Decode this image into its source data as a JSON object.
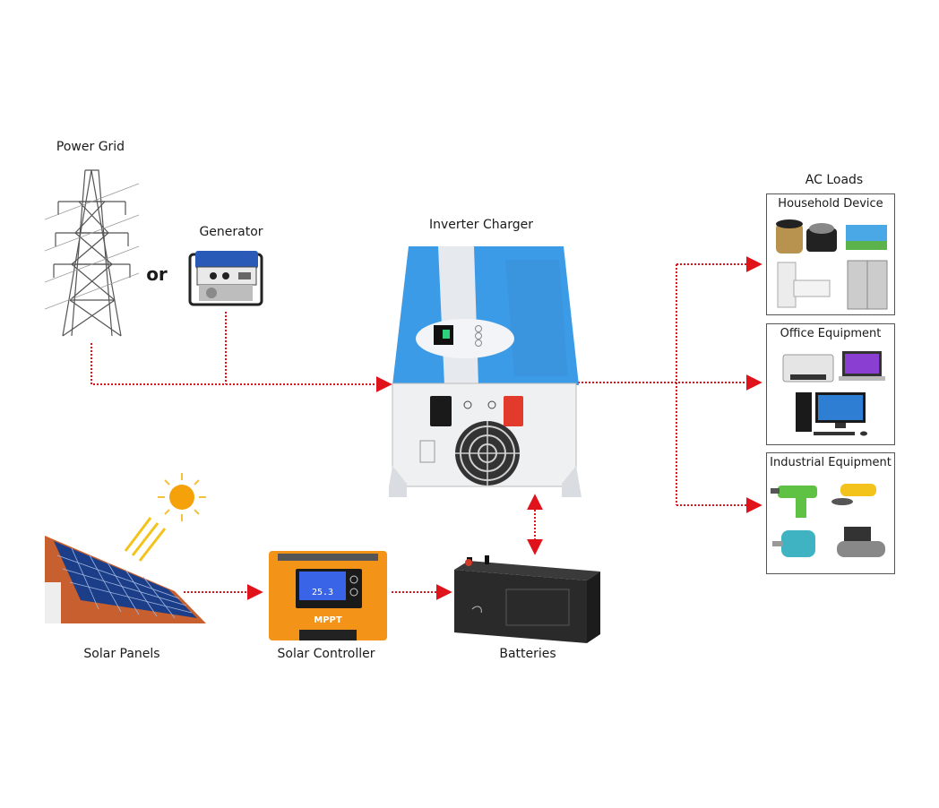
{
  "nodes": {
    "power_grid": {
      "label": "Power Grid"
    },
    "or_separator": {
      "label": "or"
    },
    "generator": {
      "label": "Generator"
    },
    "inverter": {
      "label": "Inverter Charger"
    },
    "solar_panels": {
      "label": "Solar Panels"
    },
    "solar_controller": {
      "label": "Solar Controller",
      "display_value": "25.3",
      "brand_text": "MPPT"
    },
    "batteries": {
      "label": "Batteries"
    }
  },
  "ac_loads": {
    "title": "AC Loads",
    "groups": [
      {
        "label": "Household Device",
        "items": [
          "rice-cooker",
          "induction-cooker",
          "television",
          "air-conditioner",
          "refrigerator"
        ]
      },
      {
        "label": "Office Equipment",
        "items": [
          "fax-machine",
          "laptop",
          "desktop-computer"
        ]
      },
      {
        "label": "Industrial Equipment",
        "items": [
          "power-drill",
          "angle-grinder",
          "electric-motor",
          "air-compressor"
        ]
      }
    ]
  },
  "flows": [
    {
      "from": "power_grid",
      "to": "inverter",
      "direction": "one-way"
    },
    {
      "from": "generator",
      "to": "inverter",
      "direction": "one-way"
    },
    {
      "from": "inverter",
      "to": "household_device",
      "direction": "one-way"
    },
    {
      "from": "inverter",
      "to": "office_equipment",
      "direction": "one-way"
    },
    {
      "from": "inverter",
      "to": "industrial_equipment",
      "direction": "one-way"
    },
    {
      "from": "solar_panels",
      "to": "solar_controller",
      "direction": "one-way"
    },
    {
      "from": "solar_controller",
      "to": "batteries",
      "direction": "one-way"
    },
    {
      "from": "inverter",
      "to": "batteries",
      "direction": "two-way"
    }
  ],
  "colors": {
    "flow": "#e0131b",
    "inverter_blue": "#3c9be6",
    "controller_orange": "#f39318",
    "box_border": "#555555"
  }
}
